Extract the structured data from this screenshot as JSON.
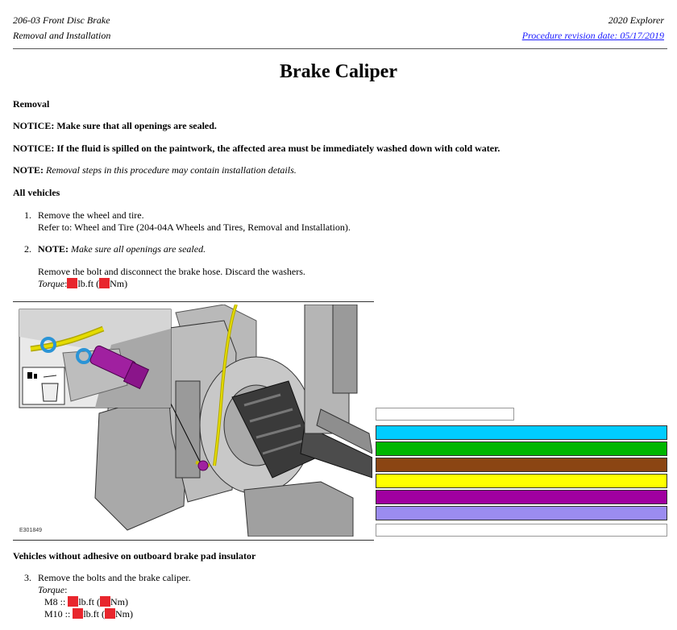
{
  "header": {
    "section": "206-03 Front Disc Brake",
    "subsection": "Removal and Installation",
    "vehicle": "2020 Explorer",
    "revision": "Procedure revision date: 05/17/2019"
  },
  "title": "Brake Caliper",
  "removal_heading": "Removal",
  "notice1_label": "NOTICE:",
  "notice1_text": "Make sure that all openings are sealed.",
  "notice2_label": "NOTICE:",
  "notice2_text": "If the fluid is spilled on the paintwork, the affected area must be immediately washed down with cold water.",
  "note_label": "NOTE:",
  "note_text": "Removal steps in this procedure may contain installation details.",
  "all_vehicles": "All vehicles",
  "steps": [
    {
      "num": "1.",
      "text": "Remove the wheel and tire.",
      "ref": "Refer to: Wheel and Tire (204-04A Wheels and Tires, Removal and Installation)."
    },
    {
      "num": "2.",
      "note_label": "NOTE:",
      "note_text": "Make sure all openings are sealed.",
      "text": "Remove the bolt and disconnect the brake hose. Discard the washers.",
      "torque_label": "Torque",
      "unit1": "lb.ft (",
      "unit2": "Nm)"
    }
  ],
  "figure_id": "E301849",
  "legend_colors": [
    "#00ccff",
    "#00b600",
    "#8b4513",
    "#ffff00",
    "#a000a0",
    "#9b8cf0"
  ],
  "section2": "Vehicles without adhesive on outboard brake pad insulator",
  "step3": {
    "num": "3.",
    "text": "Remove the bolts and the brake caliper.",
    "torque_label": "Torque",
    "rows": [
      {
        "label": "M8 ::",
        "unit1": "lb.ft (",
        "unit2": "Nm)"
      },
      {
        "label": "M10 ::",
        "unit1": "lb.ft (",
        "unit2": "Nm)"
      }
    ]
  }
}
